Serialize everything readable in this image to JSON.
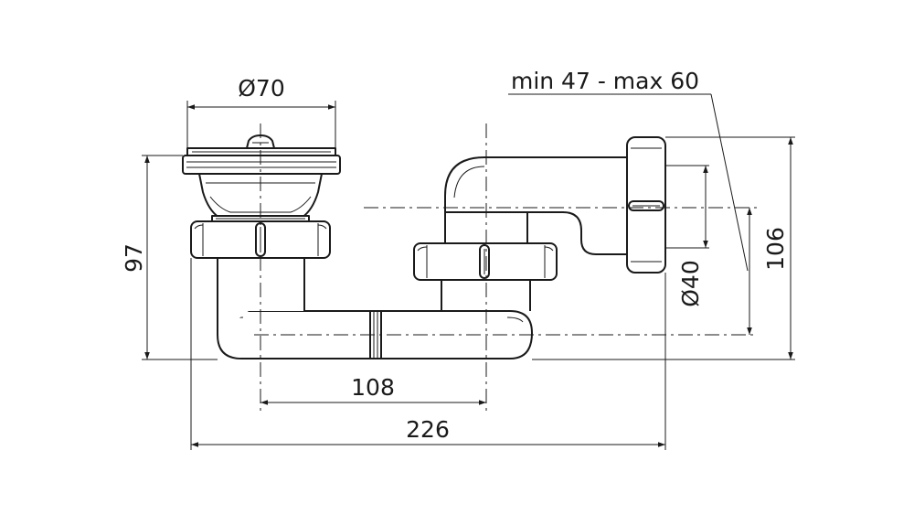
{
  "drawing": {
    "colors": {
      "line": "#1a1a1a",
      "background": "#ffffff"
    },
    "dimensions": {
      "drain_diameter": "Ø70",
      "outlet_range": "min 47 - max 60",
      "pipe_diameter": "Ø40",
      "overall_height": "106",
      "height": "97",
      "center_distance": "108",
      "overall_width": "226"
    }
  }
}
